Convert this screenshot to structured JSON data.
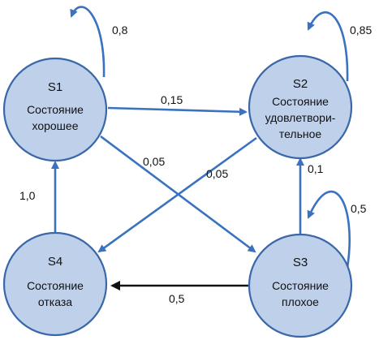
{
  "states": {
    "s1": {
      "id": "S1",
      "lines": [
        "Состояние",
        "хорошее"
      ]
    },
    "s2": {
      "id": "S2",
      "lines": [
        "Состояние",
        "удовлетвори-",
        "тельное"
      ]
    },
    "s3": {
      "id": "S3",
      "lines": [
        "Состояние",
        "плохое"
      ]
    },
    "s4": {
      "id": "S4",
      "lines": [
        "Состояние",
        "отказа"
      ]
    }
  },
  "transitions": {
    "s1_s1": "0,8",
    "s2_s2": "0,85",
    "s3_s3": "0,5",
    "s1_s2": "0,15",
    "s1_s3": "0,05",
    "s2_s4": "0,05",
    "s3_s2": "0,1",
    "s4_s1": "1,0",
    "s3_s4": "0,5"
  },
  "colors": {
    "node_fill": "#bfd0ea",
    "node_stroke": "#3a67a8",
    "edge_blue": "#3a72c0",
    "edge_black": "#111111"
  }
}
